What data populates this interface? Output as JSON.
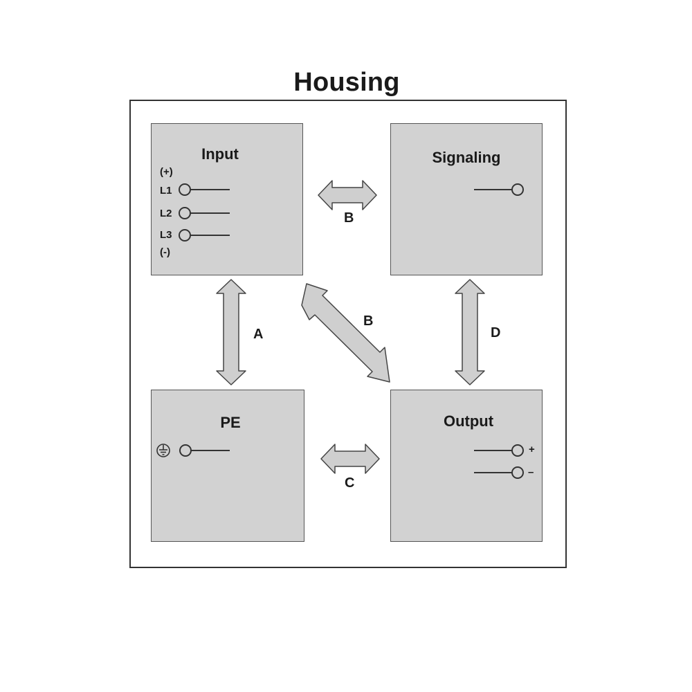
{
  "title": "Housing",
  "blocks": {
    "input": {
      "title": "Input",
      "terminals": [
        "(+)",
        "L1",
        "L2",
        "L3",
        "(-)"
      ]
    },
    "signaling": {
      "title": "Signaling"
    },
    "pe": {
      "title": "PE"
    },
    "output": {
      "title": "Output",
      "plus": "+",
      "minus": "–"
    }
  },
  "connections": {
    "input_signaling": "B",
    "input_output": "B",
    "input_pe": "A",
    "signaling_output": "D",
    "pe_output": "C"
  },
  "colors": {
    "block_fill": "#d2d2d2",
    "arrow_fill": "#cfcfcf",
    "line": "#333333"
  }
}
